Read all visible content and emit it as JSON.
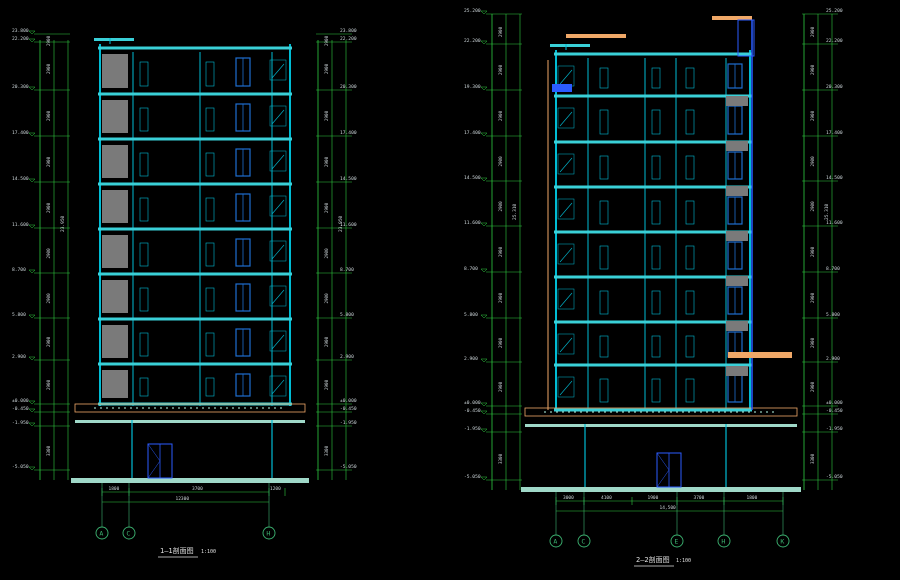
{
  "colors": {
    "background": "#000000",
    "wall": "#00bcd4",
    "slab": "#3ad0d8",
    "window": "#1f6fd0",
    "dim": "#2ecc40",
    "dimText": "#cfd8dc",
    "grid": "#3cb371",
    "ground": "#9fd8c8",
    "orange": "#f0a868",
    "room": "#7a7a7a",
    "stairBlue": "#2b5cff"
  },
  "left_section": {
    "title": "1—1剖面图",
    "scale": "1:100",
    "elevations_left": [
      "23.800",
      "22.200",
      "20.300",
      "17.400",
      "14.500",
      "11.600",
      "8.700",
      "5.800",
      "2.900",
      "±0.000",
      "-0.450",
      "-1.950",
      "-5.050"
    ],
    "elevations_right": [
      "23.800",
      "22.200",
      "20.300",
      "17.400",
      "14.500",
      "11.600",
      "8.700",
      "5.800",
      "2.900",
      "±0.000",
      "-0.450",
      "-1.950",
      "-5.050"
    ],
    "total_height": "23.950",
    "floor_height": "2900",
    "basement_height": "3300",
    "dims_bottom": [
      "1800",
      "3700",
      "1200"
    ],
    "overall_bottom": "12300",
    "axes": [
      "A",
      "C",
      "H"
    ]
  },
  "right_section": {
    "title": "2—2剖面图",
    "scale": "1:100",
    "elevations_left": [
      "25.200",
      "22.200",
      "19.300",
      "17.400",
      "14.500",
      "11.600",
      "8.700",
      "5.800",
      "2.900",
      "±0.000",
      "-0.450",
      "-1.950",
      "-5.050"
    ],
    "elevations_right": [
      "25.200",
      "22.200",
      "20.300",
      "17.400",
      "14.500",
      "11.600",
      "8.700",
      "5.800",
      "2.900",
      "±0.000",
      "-0.450",
      "-1.950",
      "-5.050"
    ],
    "total_height": "25.310",
    "floor_height": "2900",
    "basement_height": "3300",
    "dims_bottom": [
      "3000",
      "4100",
      "1900",
      "3700",
      "1800"
    ],
    "overall_bottom": "14,500",
    "axes": [
      "A",
      "C",
      "E",
      "H",
      "K"
    ]
  }
}
